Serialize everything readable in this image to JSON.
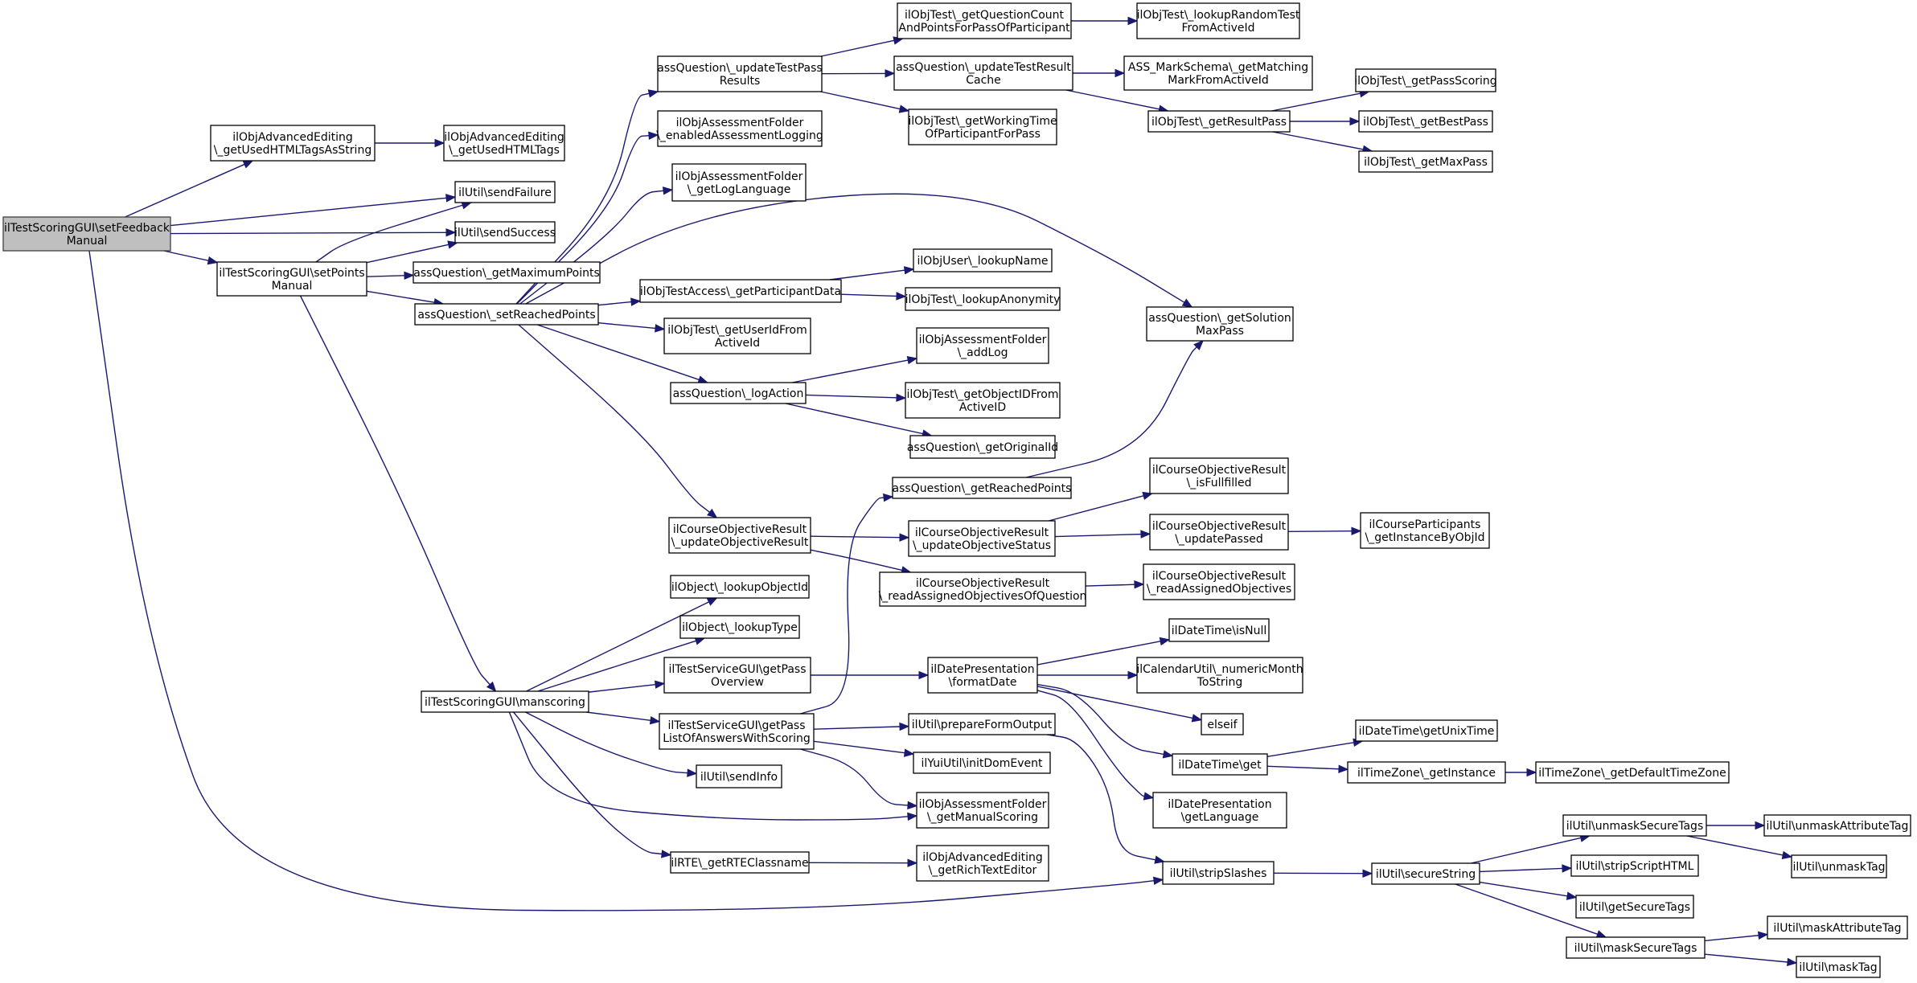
{
  "colors": {
    "edge": "#191970",
    "root_fill": "#bfbfbf",
    "node_fill": "#ffffff",
    "node_stroke": "#000000"
  },
  "nodes": [
    {
      "id": "n0",
      "lines": [
        "ilTestScoringGUI\\setFeedback",
        "Manual"
      ],
      "root": true
    },
    {
      "id": "n1",
      "lines": [
        "ilObjAdvancedEditing",
        "\\_getUsedHTMLTagsAsString"
      ]
    },
    {
      "id": "n2",
      "lines": [
        "ilObjAdvancedEditing",
        "\\_getUsedHTMLTags"
      ]
    },
    {
      "id": "n3",
      "lines": [
        "ilUtil\\sendFailure"
      ]
    },
    {
      "id": "n4",
      "lines": [
        "ilUtil\\sendSuccess"
      ]
    },
    {
      "id": "n5",
      "lines": [
        "ilTestScoringGUI\\setPoints",
        "Manual"
      ]
    },
    {
      "id": "n6",
      "lines": [
        "assQuestion\\_getMaximumPoints"
      ]
    },
    {
      "id": "n7",
      "lines": [
        "assQuestion\\_setReachedPoints"
      ]
    },
    {
      "id": "n8",
      "lines": [
        "assQuestion\\_updateTestPass",
        "Results"
      ]
    },
    {
      "id": "n9",
      "lines": [
        "ilObjAssessmentFolder",
        "\\_enabledAssessmentLogging"
      ]
    },
    {
      "id": "n10",
      "lines": [
        "ilObjAssessmentFolder",
        "\\_getLogLanguage"
      ]
    },
    {
      "id": "n11",
      "lines": [
        "ilObjTestAccess\\_getParticipantData"
      ]
    },
    {
      "id": "n12",
      "lines": [
        "ilObjTest\\_getUserIdFrom",
        "ActiveId"
      ]
    },
    {
      "id": "n13",
      "lines": [
        "assQuestion\\_logAction"
      ]
    },
    {
      "id": "n14",
      "lines": [
        "ilCourseObjectiveResult",
        "\\_updateObjectiveResult"
      ]
    },
    {
      "id": "n15",
      "lines": [
        "ilObject\\_lookupObjectId"
      ]
    },
    {
      "id": "n16",
      "lines": [
        "ilObject\\_lookupType"
      ]
    },
    {
      "id": "n17",
      "lines": [
        "ilTestServiceGUI\\getPass",
        "Overview"
      ]
    },
    {
      "id": "n18",
      "lines": [
        "ilTestScoringGUI\\manscoring"
      ]
    },
    {
      "id": "n19",
      "lines": [
        "ilTestServiceGUI\\getPass",
        "ListOfAnswersWithScoring"
      ]
    },
    {
      "id": "n20",
      "lines": [
        "ilUtil\\sendInfo"
      ]
    },
    {
      "id": "n21",
      "lines": [
        "ilRTE\\_getRTEClassname"
      ]
    },
    {
      "id": "n22",
      "lines": [
        "ilObjTest\\_getQuestionCount",
        "AndPointsForPassOfParticipant"
      ]
    },
    {
      "id": "n23",
      "lines": [
        "assQuestion\\_updateTestResult",
        "Cache"
      ]
    },
    {
      "id": "n24",
      "lines": [
        "ilObjTest\\_getWorkingTime",
        "OfParticipantForPass"
      ]
    },
    {
      "id": "n25",
      "lines": [
        "ilObjUser\\_lookupName"
      ]
    },
    {
      "id": "n26",
      "lines": [
        "ilObjTest\\_lookupAnonymity"
      ]
    },
    {
      "id": "n27",
      "lines": [
        "ilObjAssessmentFolder",
        "\\_addLog"
      ]
    },
    {
      "id": "n28",
      "lines": [
        "ilObjTest\\_getObjectIDFrom",
        "ActiveID"
      ]
    },
    {
      "id": "n29",
      "lines": [
        "assQuestion\\_getOriginalId"
      ]
    },
    {
      "id": "n30",
      "lines": [
        "assQuestion\\_getReachedPoints"
      ]
    },
    {
      "id": "n31",
      "lines": [
        "ilCourseObjectiveResult",
        "\\_updateObjectiveStatus"
      ]
    },
    {
      "id": "n32",
      "lines": [
        "ilCourseObjectiveResult",
        "\\_readAssignedObjectivesOfQuestion"
      ]
    },
    {
      "id": "n33",
      "lines": [
        "ilDatePresentation",
        "\\formatDate"
      ]
    },
    {
      "id": "n34",
      "lines": [
        "ilUtil\\prepareFormOutput"
      ]
    },
    {
      "id": "n35",
      "lines": [
        "ilYuiUtil\\initDomEvent"
      ]
    },
    {
      "id": "n36",
      "lines": [
        "ilObjAssessmentFolder",
        "\\_getManualScoring"
      ]
    },
    {
      "id": "n37",
      "lines": [
        "ilObjAdvancedEditing",
        "\\_getRichTextEditor"
      ]
    },
    {
      "id": "n38",
      "lines": [
        "ilObjTest\\_lookupRandomTest",
        "FromActiveId"
      ]
    },
    {
      "id": "n39",
      "lines": [
        "ASS_MarkSchema\\_getMatching",
        "MarkFromActiveId"
      ]
    },
    {
      "id": "n40",
      "lines": [
        "ilObjTest\\_getResultPass"
      ]
    },
    {
      "id": "n41",
      "lines": [
        "assQuestion\\_getSolution",
        "MaxPass"
      ]
    },
    {
      "id": "n42",
      "lines": [
        "ilCourseObjectiveResult",
        "\\_isFullfilled"
      ]
    },
    {
      "id": "n43",
      "lines": [
        "ilCourseObjectiveResult",
        "\\_updatePassed"
      ]
    },
    {
      "id": "n44",
      "lines": [
        "ilCourseObjectiveResult",
        "\\_readAssignedObjectives"
      ]
    },
    {
      "id": "n45",
      "lines": [
        "ilDateTime\\isNull"
      ]
    },
    {
      "id": "n46",
      "lines": [
        "ilCalendarUtil\\_numericMonth",
        "ToString"
      ]
    },
    {
      "id": "n47",
      "lines": [
        "elseif"
      ]
    },
    {
      "id": "n48",
      "lines": [
        "ilDateTime\\get"
      ]
    },
    {
      "id": "n49",
      "lines": [
        "ilDatePresentation",
        "\\getLanguage"
      ]
    },
    {
      "id": "n50",
      "lines": [
        "ilUtil\\stripSlashes"
      ]
    },
    {
      "id": "n51",
      "lines": [
        "ilObjTest\\_getPassScoring"
      ]
    },
    {
      "id": "n52",
      "lines": [
        "ilObjTest\\_getBestPass"
      ]
    },
    {
      "id": "n53",
      "lines": [
        "ilObjTest\\_getMaxPass"
      ]
    },
    {
      "id": "n54",
      "lines": [
        "ilCourseParticipants",
        "\\_getInstanceByObjId"
      ]
    },
    {
      "id": "n55",
      "lines": [
        "ilDateTime\\getUnixTime"
      ]
    },
    {
      "id": "n56",
      "lines": [
        "ilTimeZone\\_getInstance"
      ]
    },
    {
      "id": "n57",
      "lines": [
        "ilTimeZone\\_getDefaultTimeZone"
      ]
    },
    {
      "id": "n58",
      "lines": [
        "ilUtil\\secureString"
      ]
    },
    {
      "id": "n59",
      "lines": [
        "ilUtil\\unmaskSecureTags"
      ]
    },
    {
      "id": "n60",
      "lines": [
        "ilUtil\\unmaskAttributeTag"
      ]
    },
    {
      "id": "n61",
      "lines": [
        "ilUtil\\unmaskTag"
      ]
    },
    {
      "id": "n62",
      "lines": [
        "ilUtil\\stripScriptHTML"
      ]
    },
    {
      "id": "n63",
      "lines": [
        "ilUtil\\getSecureTags"
      ]
    },
    {
      "id": "n64",
      "lines": [
        "ilUtil\\maskSecureTags"
      ]
    },
    {
      "id": "n65",
      "lines": [
        "ilUtil\\maskAttributeTag"
      ]
    },
    {
      "id": "n66",
      "lines": [
        "ilUtil\\maskTag"
      ]
    }
  ],
  "edges": [
    [
      "n0",
      "n1"
    ],
    [
      "n0",
      "n3"
    ],
    [
      "n0",
      "n4"
    ],
    [
      "n0",
      "n5"
    ],
    [
      "n0",
      "n50"
    ],
    [
      "n1",
      "n2"
    ],
    [
      "n5",
      "n3"
    ],
    [
      "n5",
      "n4"
    ],
    [
      "n5",
      "n6"
    ],
    [
      "n5",
      "n7"
    ],
    [
      "n5",
      "n18"
    ],
    [
      "n7",
      "n8"
    ],
    [
      "n7",
      "n9"
    ],
    [
      "n7",
      "n10"
    ],
    [
      "n7",
      "n41"
    ],
    [
      "n7",
      "n11"
    ],
    [
      "n7",
      "n12"
    ],
    [
      "n7",
      "n13"
    ],
    [
      "n7",
      "n14"
    ],
    [
      "n8",
      "n22"
    ],
    [
      "n8",
      "n23"
    ],
    [
      "n8",
      "n24"
    ],
    [
      "n22",
      "n38"
    ],
    [
      "n23",
      "n39"
    ],
    [
      "n23",
      "n40"
    ],
    [
      "n40",
      "n51"
    ],
    [
      "n40",
      "n52"
    ],
    [
      "n40",
      "n53"
    ],
    [
      "n11",
      "n25"
    ],
    [
      "n11",
      "n26"
    ],
    [
      "n13",
      "n27"
    ],
    [
      "n13",
      "n28"
    ],
    [
      "n13",
      "n29"
    ],
    [
      "n14",
      "n31"
    ],
    [
      "n14",
      "n32"
    ],
    [
      "n31",
      "n42"
    ],
    [
      "n31",
      "n43"
    ],
    [
      "n43",
      "n54"
    ],
    [
      "n32",
      "n44"
    ],
    [
      "n30",
      "n41"
    ],
    [
      "n18",
      "n15"
    ],
    [
      "n18",
      "n16"
    ],
    [
      "n18",
      "n17"
    ],
    [
      "n18",
      "n19"
    ],
    [
      "n18",
      "n20"
    ],
    [
      "n18",
      "n36"
    ],
    [
      "n18",
      "n21"
    ],
    [
      "n17",
      "n33"
    ],
    [
      "n19",
      "n30"
    ],
    [
      "n19",
      "n34"
    ],
    [
      "n19",
      "n35"
    ],
    [
      "n19",
      "n36"
    ],
    [
      "n21",
      "n37"
    ],
    [
      "n33",
      "n45"
    ],
    [
      "n33",
      "n46"
    ],
    [
      "n33",
      "n47"
    ],
    [
      "n33",
      "n48"
    ],
    [
      "n33",
      "n49"
    ],
    [
      "n48",
      "n55"
    ],
    [
      "n48",
      "n56"
    ],
    [
      "n56",
      "n57"
    ],
    [
      "n34",
      "n50"
    ],
    [
      "n50",
      "n58"
    ],
    [
      "n58",
      "n59"
    ],
    [
      "n58",
      "n62"
    ],
    [
      "n58",
      "n63"
    ],
    [
      "n58",
      "n64"
    ],
    [
      "n59",
      "n60"
    ],
    [
      "n59",
      "n61"
    ],
    [
      "n64",
      "n65"
    ],
    [
      "n64",
      "n66"
    ]
  ]
}
